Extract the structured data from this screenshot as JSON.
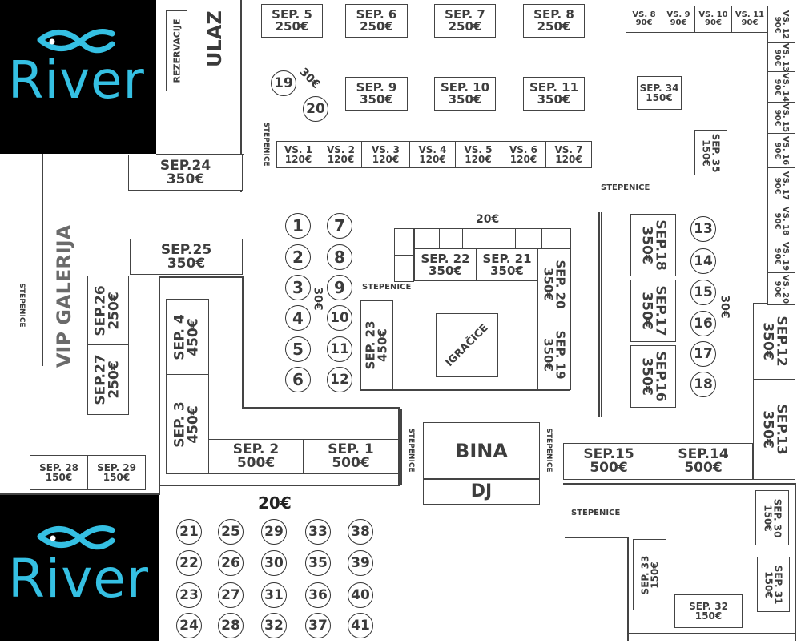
{
  "venue": {
    "brand": "River",
    "brand_color": "#35c0e3",
    "labels": {
      "entrance": "ULAZ",
      "reservations": "REZERVACIJE",
      "vip": "VIP GALERIJA",
      "stairs": "STEPENICE",
      "stage": "BINA",
      "dj": "DJ",
      "dancers": "IGRAČICE",
      "price_20": "20€",
      "price_30": "30€"
    }
  },
  "separees": [
    {
      "name": "SEP. 1",
      "price": "500€"
    },
    {
      "name": "SEP. 2",
      "price": "500€"
    },
    {
      "name": "SEP. 3",
      "price": "450€"
    },
    {
      "name": "SEP. 4",
      "price": "450€"
    },
    {
      "name": "SEP. 5",
      "price": "250€"
    },
    {
      "name": "SEP. 6",
      "price": "250€"
    },
    {
      "name": "SEP. 7",
      "price": "250€"
    },
    {
      "name": "SEP. 8",
      "price": "250€"
    },
    {
      "name": "SEP. 9",
      "price": "350€"
    },
    {
      "name": "SEP. 10",
      "price": "350€"
    },
    {
      "name": "SEP. 11",
      "price": "350€"
    },
    {
      "name": "SEP.12",
      "price": "350€"
    },
    {
      "name": "SEP.13",
      "price": "350€"
    },
    {
      "name": "SEP.14",
      "price": "500€"
    },
    {
      "name": "SEP.15",
      "price": "500€"
    },
    {
      "name": "SEP.16",
      "price": "350€"
    },
    {
      "name": "SEP.17",
      "price": "350€"
    },
    {
      "name": "SEP.18",
      "price": "350€"
    },
    {
      "name": "SEP. 19",
      "price": "350€"
    },
    {
      "name": "SEP. 20",
      "price": "350€"
    },
    {
      "name": "SEP. 21",
      "price": "350€"
    },
    {
      "name": "SEP. 22",
      "price": "350€"
    },
    {
      "name": "SEP. 23",
      "price": "450€"
    },
    {
      "name": "SEP.24",
      "price": "350€"
    },
    {
      "name": "SEP.25",
      "price": "350€"
    },
    {
      "name": "SEP.26",
      "price": "250€"
    },
    {
      "name": "SEP.27",
      "price": "250€"
    },
    {
      "name": "SEP. 28",
      "price": "150€"
    },
    {
      "name": "SEP. 29",
      "price": "150€"
    },
    {
      "name": "SEP. 30",
      "price": "150€"
    },
    {
      "name": "SEP. 31",
      "price": "150€"
    },
    {
      "name": "SEP. 32",
      "price": "150€"
    },
    {
      "name": "SEP. 33",
      "price": "150€"
    },
    {
      "name": "SEP. 34",
      "price": "150€"
    },
    {
      "name": "SEP. 35",
      "price": "150€"
    }
  ],
  "high_tables": [
    {
      "name": "VS. 1",
      "price": "120€"
    },
    {
      "name": "VS. 2",
      "price": "120€"
    },
    {
      "name": "VS. 3",
      "price": "120€"
    },
    {
      "name": "VS. 4",
      "price": "120€"
    },
    {
      "name": "VS. 5",
      "price": "120€"
    },
    {
      "name": "VS. 6",
      "price": "120€"
    },
    {
      "name": "VS. 7",
      "price": "120€"
    },
    {
      "name": "VS. 8",
      "price": "90€"
    },
    {
      "name": "VS. 9",
      "price": "90€"
    },
    {
      "name": "VS. 10",
      "price": "90€"
    },
    {
      "name": "VS. 11",
      "price": "90€"
    },
    {
      "name": "VS. 12",
      "price": "90€"
    },
    {
      "name": "VS. 13",
      "price": "90€"
    },
    {
      "name": "VS. 14",
      "price": "90€"
    },
    {
      "name": "VS. 15",
      "price": "90€"
    },
    {
      "name": "VS. 16",
      "price": "90€"
    },
    {
      "name": "VS. 17",
      "price": "90€"
    },
    {
      "name": "VS. 18",
      "price": "90€"
    },
    {
      "name": "VS. 19",
      "price": "90€"
    },
    {
      "name": "VS. 20",
      "price": "90€"
    }
  ],
  "round_tables": [
    "1",
    "2",
    "3",
    "4",
    "5",
    "6",
    "7",
    "8",
    "9",
    "10",
    "11",
    "12",
    "13",
    "14",
    "15",
    "16",
    "17",
    "18",
    "19",
    "20",
    "21",
    "22",
    "23",
    "24",
    "25",
    "26",
    "27",
    "28",
    "29",
    "30",
    "31",
    "32",
    "33",
    "35",
    "36",
    "37",
    "38",
    "39",
    "40",
    "41"
  ]
}
